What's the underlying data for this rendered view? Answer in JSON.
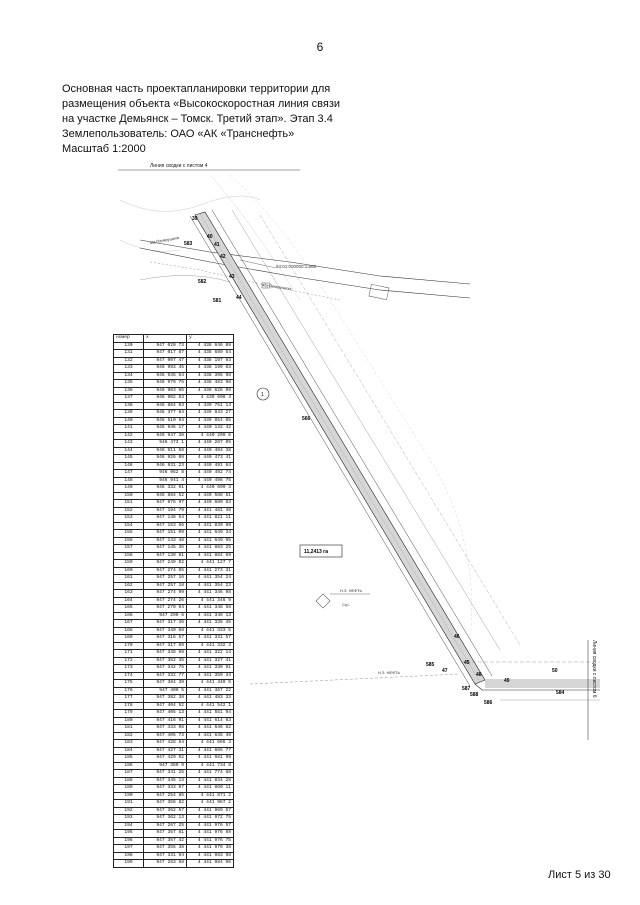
{
  "page_number": "6",
  "header": {
    "lines": [
      "Основная часть проектапланировки территории для",
      "размещения объекта «Высокоскоростная линия связи",
      "на участке Демьянск – Томск. Третий этап». Этап 3.4",
      "Землепользователь: ОАО «АК «Транснефть»",
      "Масштаб 1:2000"
    ]
  },
  "map": {
    "top_sheet_link": "Линия сводки с листом 4",
    "right_sheet_link": "Линия сводки с листом 6",
    "parcel_label": "54:01:000000:1:666",
    "area_label": "11,2413 га",
    "point_labels": [
      "39",
      "40",
      "41",
      "42",
      "43",
      "44",
      "45",
      "46",
      "47",
      "48",
      "49",
      "50",
      "583",
      "582",
      "581",
      "585",
      "586",
      "587",
      "588",
      "584",
      "566",
      "1"
    ],
    "road_labels": [
      "а/д Панкрушиха",
      "а/д Панкрушиха",
      "Н.З. НЕФТЬ",
      "Н.З. НЕФТЬ",
      "Сгр."
    ],
    "line_colors": {
      "ink": "#222222",
      "light": "#888888",
      "fill": "#cfcfcf"
    }
  },
  "table": {
    "headers": [
      "номер",
      "x",
      "y"
    ],
    "rows": [
      [
        "130",
        "947 020 73",
        "4 438 646 08"
      ],
      [
        "131",
        "947 017 87",
        "4 438 689 54"
      ],
      [
        "132",
        "947 007 47",
        "4 438 197 93"
      ],
      [
        "133",
        "946 993 45",
        "4 438 199 63"
      ],
      [
        "134",
        "946 935 54",
        "4 438 396 98"
      ],
      [
        "135",
        "946 979 75",
        "4 438 483 98"
      ],
      [
        "136",
        "946 903 65",
        "4 438 626 99"
      ],
      [
        "137",
        "946 902 83",
        "4 439 698 4"
      ],
      [
        "138",
        "946 864 03",
        "4 439 751 14"
      ],
      [
        "139",
        "946 377 84",
        "4 439 843 27"
      ],
      [
        "140",
        "946 510 94",
        "4 439 854 05"
      ],
      [
        "141",
        "946 946 17",
        "4 440 132 42"
      ],
      [
        "142",
        "946 947 38",
        "4 440 209 6"
      ],
      [
        "143",
        "946 473 1",
        "4 440 287 05"
      ],
      [
        "144",
        "946 911 58",
        "4 440 404 38"
      ],
      [
        "145",
        "946 926 08",
        "4 440 473 41"
      ],
      [
        "146",
        "946 931 23",
        "4 440 491 64"
      ],
      [
        "147",
        "946 952 8",
        "4 440 492 74"
      ],
      [
        "148",
        "946 941 4",
        "4 440 498 75"
      ],
      [
        "149",
        "946 332 91",
        "4 440 699 3"
      ],
      [
        "150",
        "946 884 52",
        "4 440 588 61"
      ],
      [
        "151",
        "947 876 97",
        "4 440 680 83"
      ],
      [
        "152",
        "947 194 79",
        "4 441 481 48"
      ],
      [
        "153",
        "947 148 54",
        "4 441 821 11"
      ],
      [
        "154",
        "947 153 56",
        "4 441 839 89"
      ],
      [
        "155",
        "947 151 09",
        "4 441 649 34"
      ],
      [
        "156",
        "947 143 48",
        "4 441 649 95"
      ],
      [
        "157",
        "947 145 35",
        "4 441 883 25"
      ],
      [
        "158",
        "947 139 81",
        "4 441 884 69"
      ],
      [
        "159",
        "947 249 02",
        "4 441 127 7"
      ],
      [
        "160",
        "947 274 65",
        "4 441 273 31"
      ],
      [
        "161",
        "947 257 16",
        "4 441 354 24"
      ],
      [
        "162",
        "947 257 18",
        "4 441 354 23"
      ],
      [
        "163",
        "947 274 99",
        "4 441 346 98"
      ],
      [
        "164",
        "947 274 26",
        "4 441 346 9"
      ],
      [
        "165",
        "947 270 04",
        "4 441 348 58"
      ],
      [
        "166",
        "947 290 6",
        "4 441 346 13"
      ],
      [
        "167",
        "947 317 36",
        "4 441 335 45"
      ],
      [
        "168",
        "947 340 68",
        "4 441 333 5"
      ],
      [
        "169",
        "947 316 57",
        "4 441 331 57"
      ],
      [
        "170",
        "947 317 69",
        "4 441 332 3"
      ],
      [
        "171",
        "947 348 69",
        "4 441 322 14"
      ],
      [
        "172",
        "947 352 35",
        "4 441 327 41"
      ],
      [
        "173",
        "947 342 75",
        "4 441 330 91"
      ],
      [
        "174",
        "947 332 77",
        "4 441 359 34"
      ],
      [
        "175",
        "947 384 39",
        "4 441 449 5"
      ],
      [
        "176",
        "947 400 5",
        "4 441 467 22"
      ],
      [
        "177",
        "947 382 38",
        "4 441 483 33"
      ],
      [
        "178",
        "947 404 52",
        "4 441 542 1"
      ],
      [
        "179",
        "947 405 13",
        "4 441 551 94"
      ],
      [
        "180",
        "947 416 91",
        "4 441 614 83"
      ],
      [
        "181",
        "947 433 08",
        "4 441 646 82"
      ],
      [
        "182",
        "947 405 73",
        "4 441 645 49"
      ],
      [
        "183",
        "947 428 54",
        "4 441 665 3"
      ],
      [
        "184",
        "947 427 31",
        "4 441 665 77"
      ],
      [
        "185",
        "947 429 02",
        "4 441 681 99"
      ],
      [
        "186",
        "947 389 9",
        "4 441 734 8"
      ],
      [
        "187",
        "947 341 25",
        "4 441 774 88"
      ],
      [
        "188",
        "947 345 13",
        "4 441 834 28"
      ],
      [
        "189",
        "947 333 97",
        "4 441 860 11"
      ],
      [
        "190",
        "947 254 85",
        "4 441 871 2"
      ],
      [
        "191",
        "947 356 82",
        "4 441 967 2"
      ],
      [
        "192",
        "947 362 57",
        "4 441 969 67"
      ],
      [
        "193",
        "947 362 13",
        "4 441 972 75"
      ],
      [
        "194",
        "947 267 25",
        "4 441 976 57"
      ],
      [
        "195",
        "947 357 81",
        "4 441 976 89"
      ],
      [
        "196",
        "947 357 42",
        "4 441 976 75"
      ],
      [
        "197",
        "947 355 38",
        "4 441 979 38"
      ],
      [
        "198",
        "947 331 94",
        "4 441 983 98"
      ],
      [
        "199",
        "947 283 58",
        "4 441 984 96"
      ]
    ]
  },
  "footer": {
    "sheet": "Лист 5 из 30"
  }
}
